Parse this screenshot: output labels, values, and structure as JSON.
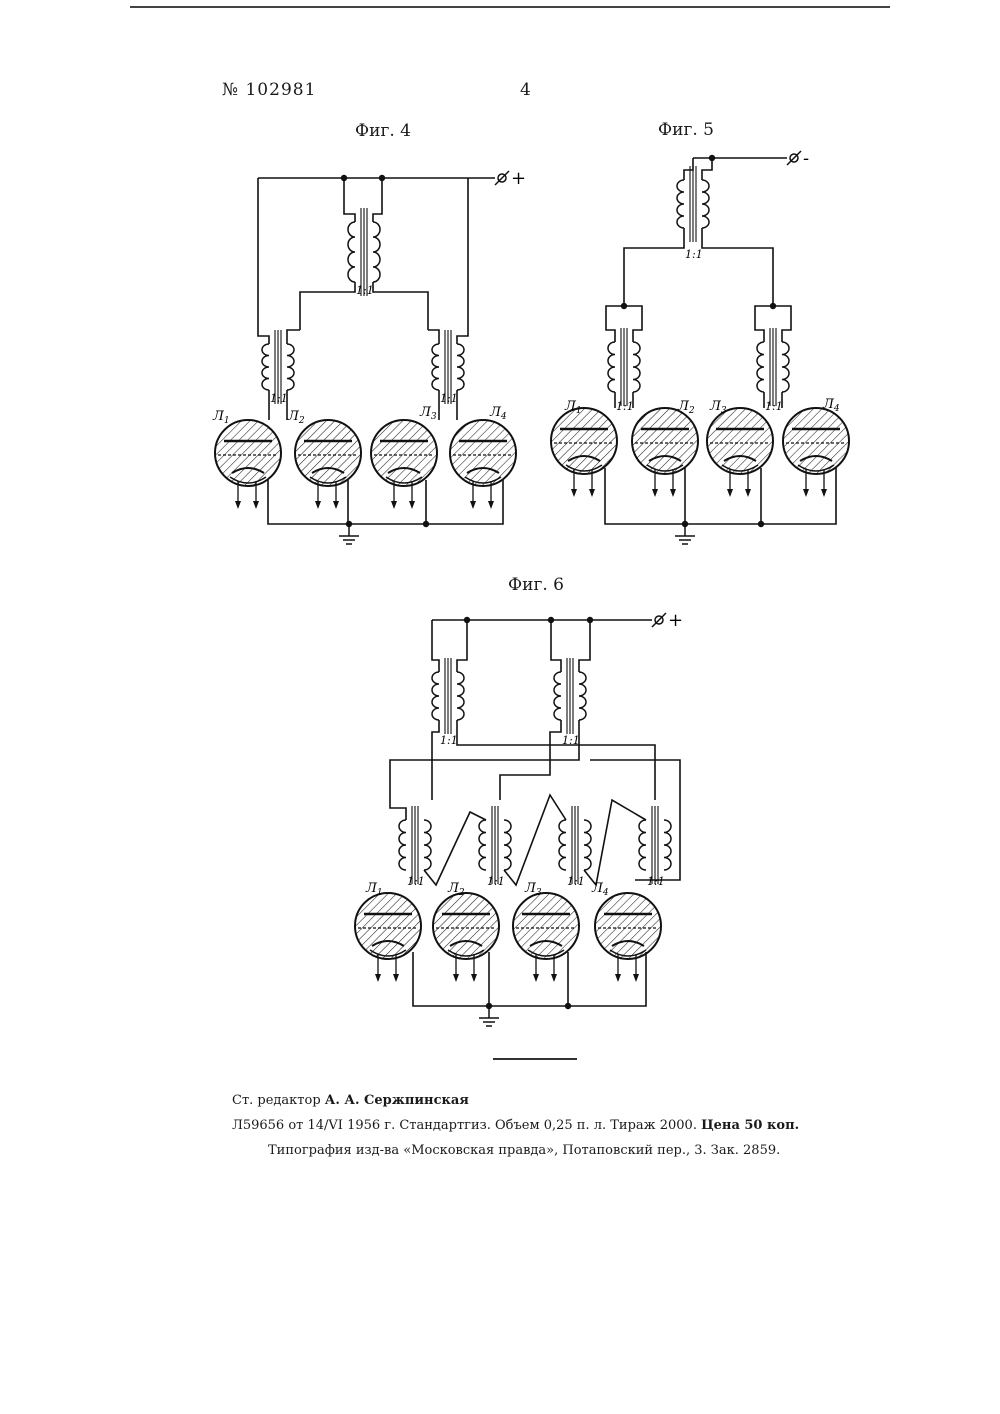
{
  "header": {
    "patent_number": "№ 102981",
    "page_number": "4"
  },
  "figures": {
    "fig4": {
      "title": "Фиг. 4"
    },
    "fig5": {
      "title": "Фиг. 5"
    },
    "fig6": {
      "title": "Фиг. 6"
    }
  },
  "circuit_labels": {
    "plus": "+",
    "minus": "-",
    "ratio": "1:1",
    "tube_prefix": "Л",
    "tubes": [
      "1",
      "2",
      "3",
      "4"
    ]
  },
  "footer": {
    "editor_prefix": "Ст. редактор",
    "editor_name": "А. А. Сержпинская",
    "publication_main": "Л59656 от 14/VI 1956 г. Стандартгиз. Объем 0,25 п. л. Тираж 2000.",
    "price": "Цена 50 коп.",
    "printing": "Типография изд-ва «Московская правда», Потаповский пер., 3. Зак. 2859."
  }
}
